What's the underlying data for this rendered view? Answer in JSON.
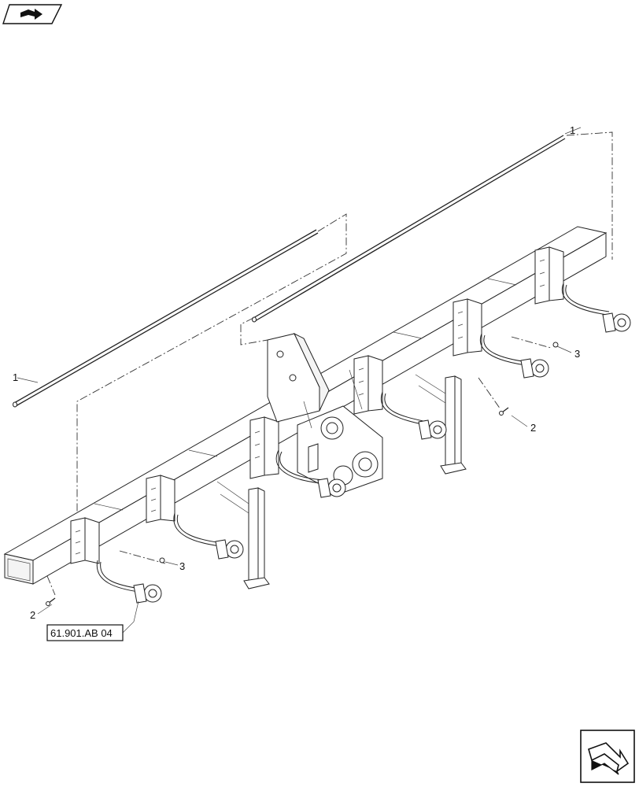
{
  "nav": {
    "prev_icon": "prev-page-arrow-icon",
    "next_icon": "next-page-arrow-icon"
  },
  "callouts": {
    "upper_rod": "1",
    "lower_rod": "1",
    "bolt_right": "2",
    "bolt_left": "2",
    "nut_right": "3",
    "nut_left": "3"
  },
  "reference": {
    "label": "61.901.AB 04"
  }
}
